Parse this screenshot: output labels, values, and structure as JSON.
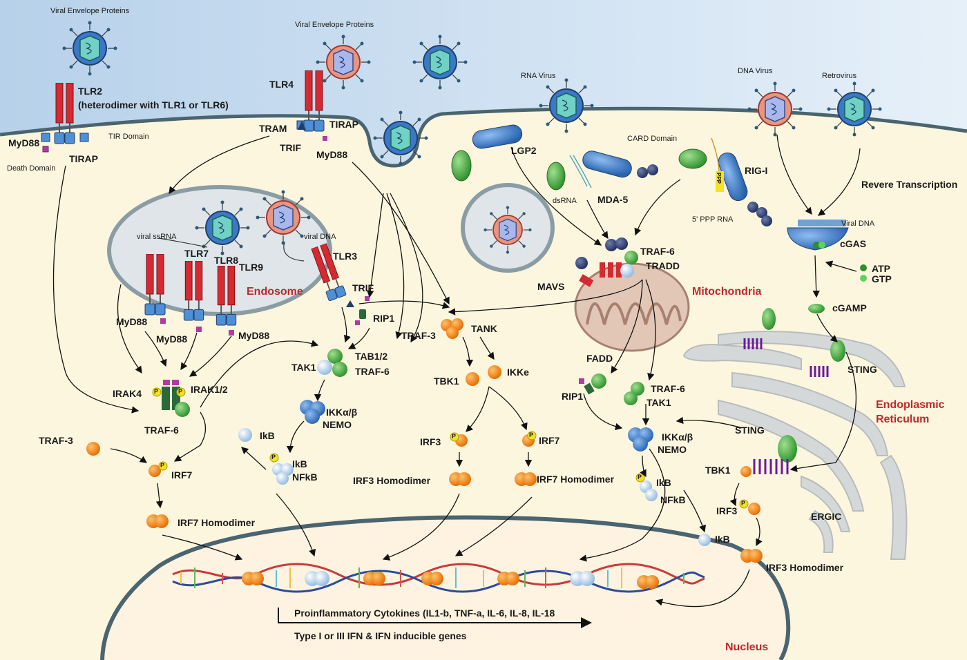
{
  "labels": {
    "vep1": "Viral Envelope Proteins",
    "vep2": "Viral Envelope Proteins",
    "tlr2": "TLR2",
    "tlr2_sub": "(heterodimer with TLR1 or TLR6)",
    "tir_domain": "TIR Domain",
    "myd88_a": "MyD88",
    "death_domain": "Death Domain",
    "tirap_a": "TIRAP",
    "tlr4": "TLR4",
    "tram": "TRAM",
    "tirap_b": "TIRAP",
    "trif_a": "TRIF",
    "myd88_b": "MyD88",
    "rna_virus": "RNA Virus",
    "dna_virus": "DNA Virus",
    "retrovirus": "Retrovirus",
    "card_domain": "CARD Domain",
    "lgp2": "LGP2",
    "dsrna": "dsRNA",
    "mda5": "MDA-5",
    "rigi": "RIG-I",
    "ppp": "PPP",
    "ppp_rna": "5' PPP RNA",
    "reverse": "Revere Transcription",
    "viral_dna": "Viral DNA",
    "cgas": "cGAS",
    "atp": "ATP",
    "gtp": "GTP",
    "cgamp": "cGAMP",
    "viral_ssrna": "viral ssRNA",
    "viral_dna2": "viral DNA",
    "tlr7": "TLR7",
    "tlr8": "TLR8",
    "tlr9": "TLR9",
    "tlr3": "TLR3",
    "endosome": "Endosome",
    "trif_b": "TRIF",
    "rip1_a": "RIP1",
    "myd88_c": "MyD88",
    "myd88_d": "MyD88",
    "myd88_e": "MyD88",
    "traf6_a": "TRAF-6",
    "tradd": "TRADD",
    "mavs": "MAVS",
    "mitochondria": "Mitochondria",
    "traf3_a": "TRAF-3",
    "tank": "TANK",
    "tak1_a": "TAK1",
    "tab12": "TAB1/2",
    "traf6_b": "TRAF-6",
    "tbk1_a": "TBK1",
    "ikke": "IKKe",
    "fadd": "FADD",
    "rip1_b": "RIP1",
    "traf6_c": "TRAF-6",
    "tak1_b": "TAK1",
    "irak4": "IRAK4",
    "irak12": "IRAK1/2",
    "traf6_d": "TRAF-6",
    "p": "P",
    "ikkab_a": "IKKα/β",
    "nemo_a": "NEMO",
    "ikb_a": "IkB",
    "ikb_b": "IkB",
    "nfkb_a": "NFkB",
    "irf3_a": "IRF3",
    "irf7_a": "IRF7",
    "irf3_homo_a": "IRF3 Homodimer",
    "irf7_homo_a": "IRF7 Homodimer",
    "ikkab_b": "IKKα/β",
    "nemo_b": "NEMO",
    "ikb_c": "IkB",
    "nfkb_b": "NFkB",
    "ikb_d": "IkB",
    "sting_a": "STING",
    "er": "Endoplasmic",
    "er2": "Reticulum",
    "sting_b": "STING",
    "tbk1_b": "TBK1",
    "irf3_b": "IRF3",
    "ergic": "ERGIC",
    "irf3_homo_b": "IRF3 Homodimer",
    "traf3_b": "TRAF-3",
    "irf7_b": "IRF7",
    "irf7_homo_b": "IRF7 Homodimer",
    "cytokines": "Proinflammatory Cytokines (IL1-b, TNF-a, IL-6, IL-8, IL-18",
    "ifn": "Type I or III IFN & IFN inducible genes",
    "nucleus": "Nucleus"
  },
  "colors": {
    "cytoplasm": "#fdf6de",
    "membrane": "#4a6470",
    "receptor": "#d42a32",
    "tir": "#4f8fd6",
    "orange": "#f08a1a",
    "green": "#3aa53a",
    "blue_complex": "#3a78c8",
    "label_red": "#c0272d"
  }
}
